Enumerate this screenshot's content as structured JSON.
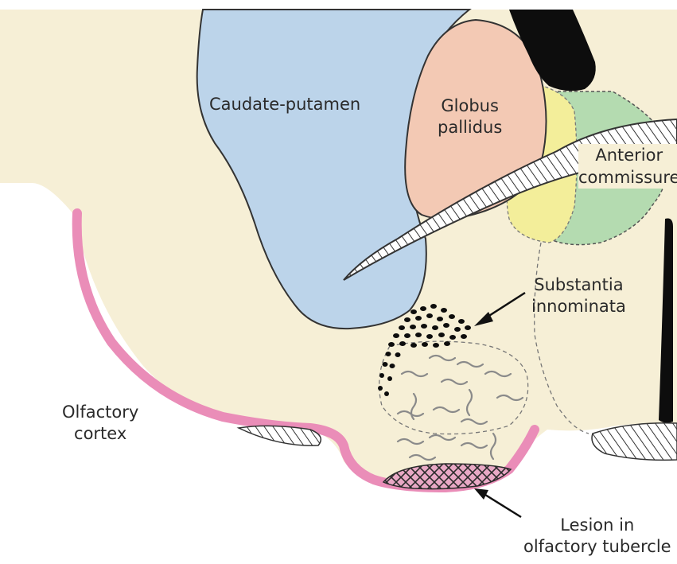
{
  "labels": {
    "caudate_putamen": "Caudate-putamen",
    "globus_pallidus": [
      "Globus",
      "pallidus"
    ],
    "anterior_commissure": [
      "Anterior",
      "commissure"
    ],
    "substantia_innominata": [
      "Substantia",
      "innominata"
    ],
    "olfactory_cortex": [
      "Olfactory",
      "cortex"
    ],
    "lesion": [
      "Lesion in",
      "olfactory tubercle"
    ]
  },
  "colors": {
    "brain_tissue": "#f6efd6",
    "caudate_putamen": "#bcd4ea",
    "globus_pallidus": "#f3c9b4",
    "yellow_region": "#f3ee9a",
    "green_region": "#b4dbb0",
    "olfactory_cortex": "#ea8db8",
    "ventricle": "#0d0d0d",
    "outline": "#333333"
  }
}
